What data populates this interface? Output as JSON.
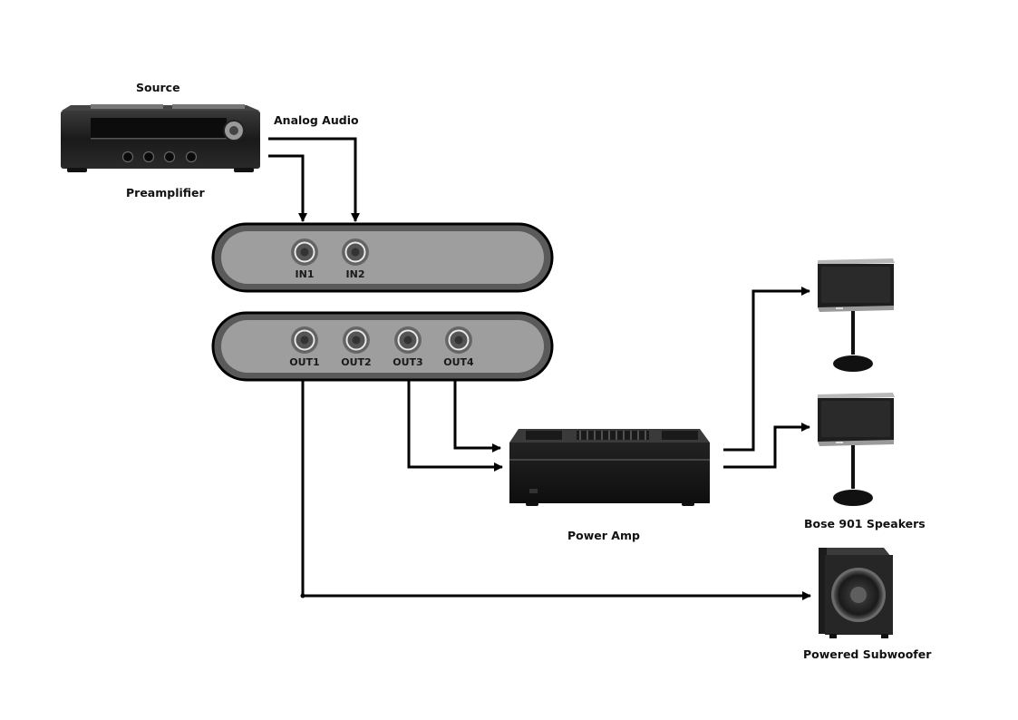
{
  "preamp": {
    "title_label": "Source",
    "name_label": "Preamplifier"
  },
  "analog_audio_label": "Analog Audio",
  "input_box": {
    "jacks": [
      {
        "label": "IN1"
      },
      {
        "label": "IN2"
      }
    ]
  },
  "output_box": {
    "jacks": [
      {
        "label": "OUT1"
      },
      {
        "label": "OUT2"
      },
      {
        "label": "OUT3"
      },
      {
        "label": "OUT4"
      }
    ]
  },
  "power_amp": {
    "label": "Power Amp"
  },
  "speakers": {
    "label": "Bose 901 Speakers"
  },
  "subwoofer": {
    "label": "Powered Subwoofer"
  },
  "colors": {
    "wire": "#000000",
    "box_outer": "#5a5a5a",
    "box_inner": "#9e9e9e",
    "device_body": "#1c1c1c"
  }
}
